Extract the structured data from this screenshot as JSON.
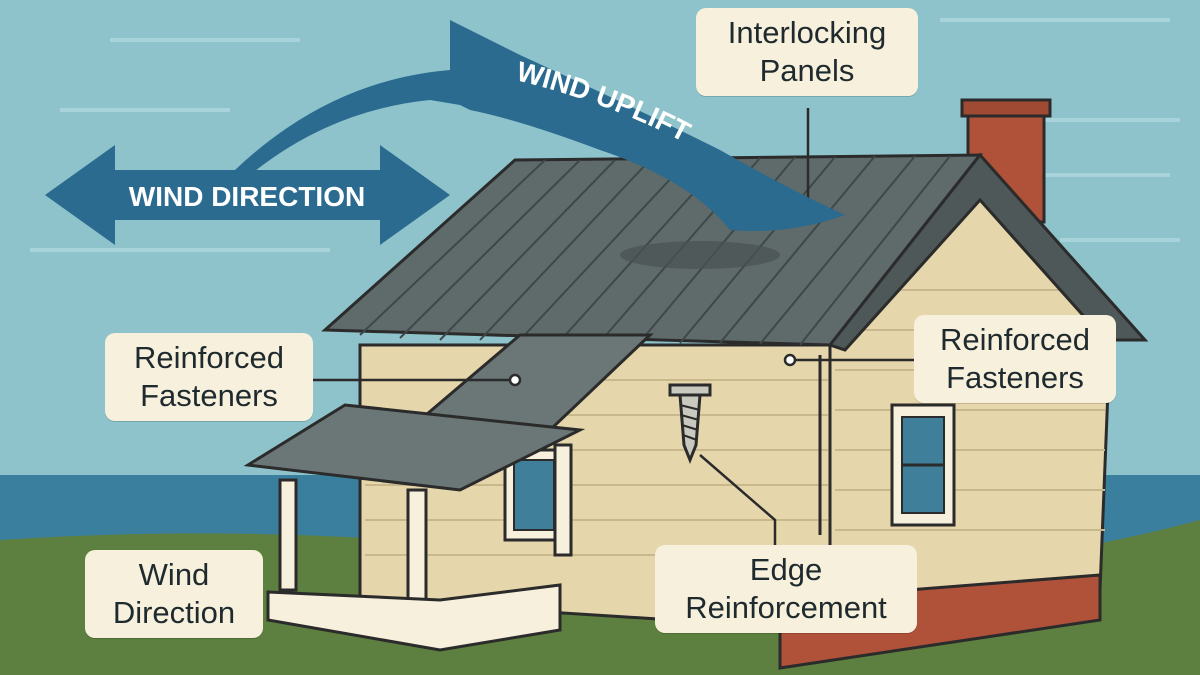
{
  "arrows": {
    "wind_direction": "WIND DIRECTION",
    "wind_uplift": "WIND UPLIFT"
  },
  "labels": {
    "interlocking_panels": "Interlocking Panels",
    "reinforced_fasteners_left": "Reinforced Fasteners",
    "reinforced_fasteners_right": "Reinforced Fasteners",
    "wind_direction": "Wind Direction",
    "edge_reinforcement": "Edge Reinforcement"
  },
  "colors": {
    "sky": "#8ec3cc",
    "arrow": "#2a6b8f",
    "roof": "#5f6a6a",
    "siding": "#e6d6ab",
    "brick": "#b0523a",
    "grass": "#5d7f3f",
    "water": "#3b7f9e",
    "label_bg": "#f6f0dc"
  }
}
